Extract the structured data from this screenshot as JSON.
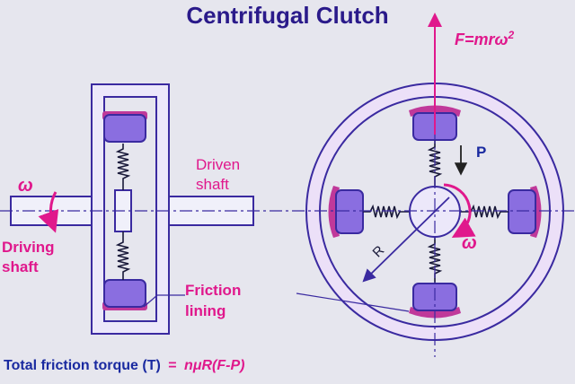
{
  "title": "Centrifugal Clutch",
  "labels": {
    "omega_left": "ω",
    "driving_shaft": [
      "Driving",
      "shaft"
    ],
    "driven_shaft": [
      "Driven",
      "shaft"
    ],
    "friction_lining": [
      "Friction",
      "lining"
    ],
    "force": "F=mrω",
    "force_sup": "2",
    "p": "P",
    "r": "R",
    "omega_right": "ω"
  },
  "formula": {
    "label": "Total friction torque (T)",
    "equals": "=",
    "expression": "nμR(F-P)"
  },
  "colors": {
    "background": "#e6e6ee",
    "outline": "#3a2aa0",
    "annotation": "#e0188c",
    "shoe_fill": "#8a6ee0",
    "lining": "#c0399a",
    "title": "#2a1a8a"
  }
}
